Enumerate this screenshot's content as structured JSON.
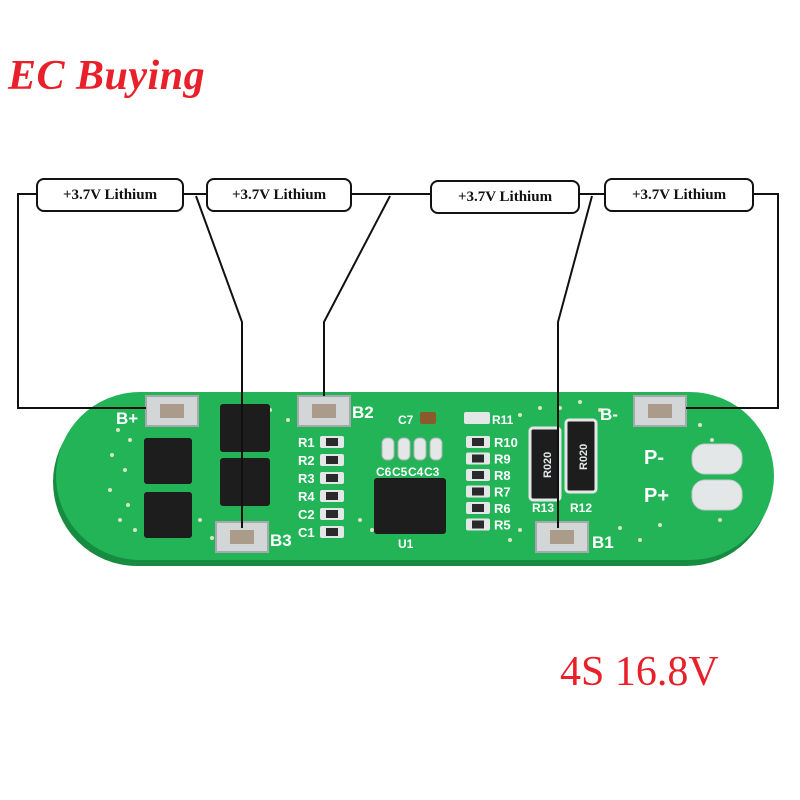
{
  "brand": {
    "name": "EC Buying",
    "color": "#e8202a"
  },
  "spec_label": "4S 16.8V",
  "cells": [
    {
      "label": "+3.7V Lithium"
    },
    {
      "label": "+3.7V Lithium"
    },
    {
      "label": "+3.7V Lithium"
    },
    {
      "label": "+3.7V Lithium"
    }
  ],
  "board": {
    "pcb_color": "#1fae52",
    "pad_labels": {
      "b_plus": "B+",
      "b_minus": "B-",
      "b1": "B1",
      "b2": "B2",
      "b3": "B3",
      "p_minus": "P-",
      "p_plus": "P+"
    },
    "resistors_left": [
      "R1",
      "R2",
      "R3",
      "R4"
    ],
    "caps_left": [
      "C2",
      "C1"
    ],
    "resistors_right": [
      "R10",
      "R9",
      "R8",
      "R7",
      "R6",
      "R5"
    ],
    "caps_top": [
      "C7"
    ],
    "caps_row": [
      "C6",
      "C5",
      "C4",
      "C3"
    ],
    "r11": "R11",
    "shunts": [
      "R020",
      "R020"
    ],
    "shunt_refs": [
      "R13",
      "R12"
    ],
    "ic_label": "U1"
  }
}
